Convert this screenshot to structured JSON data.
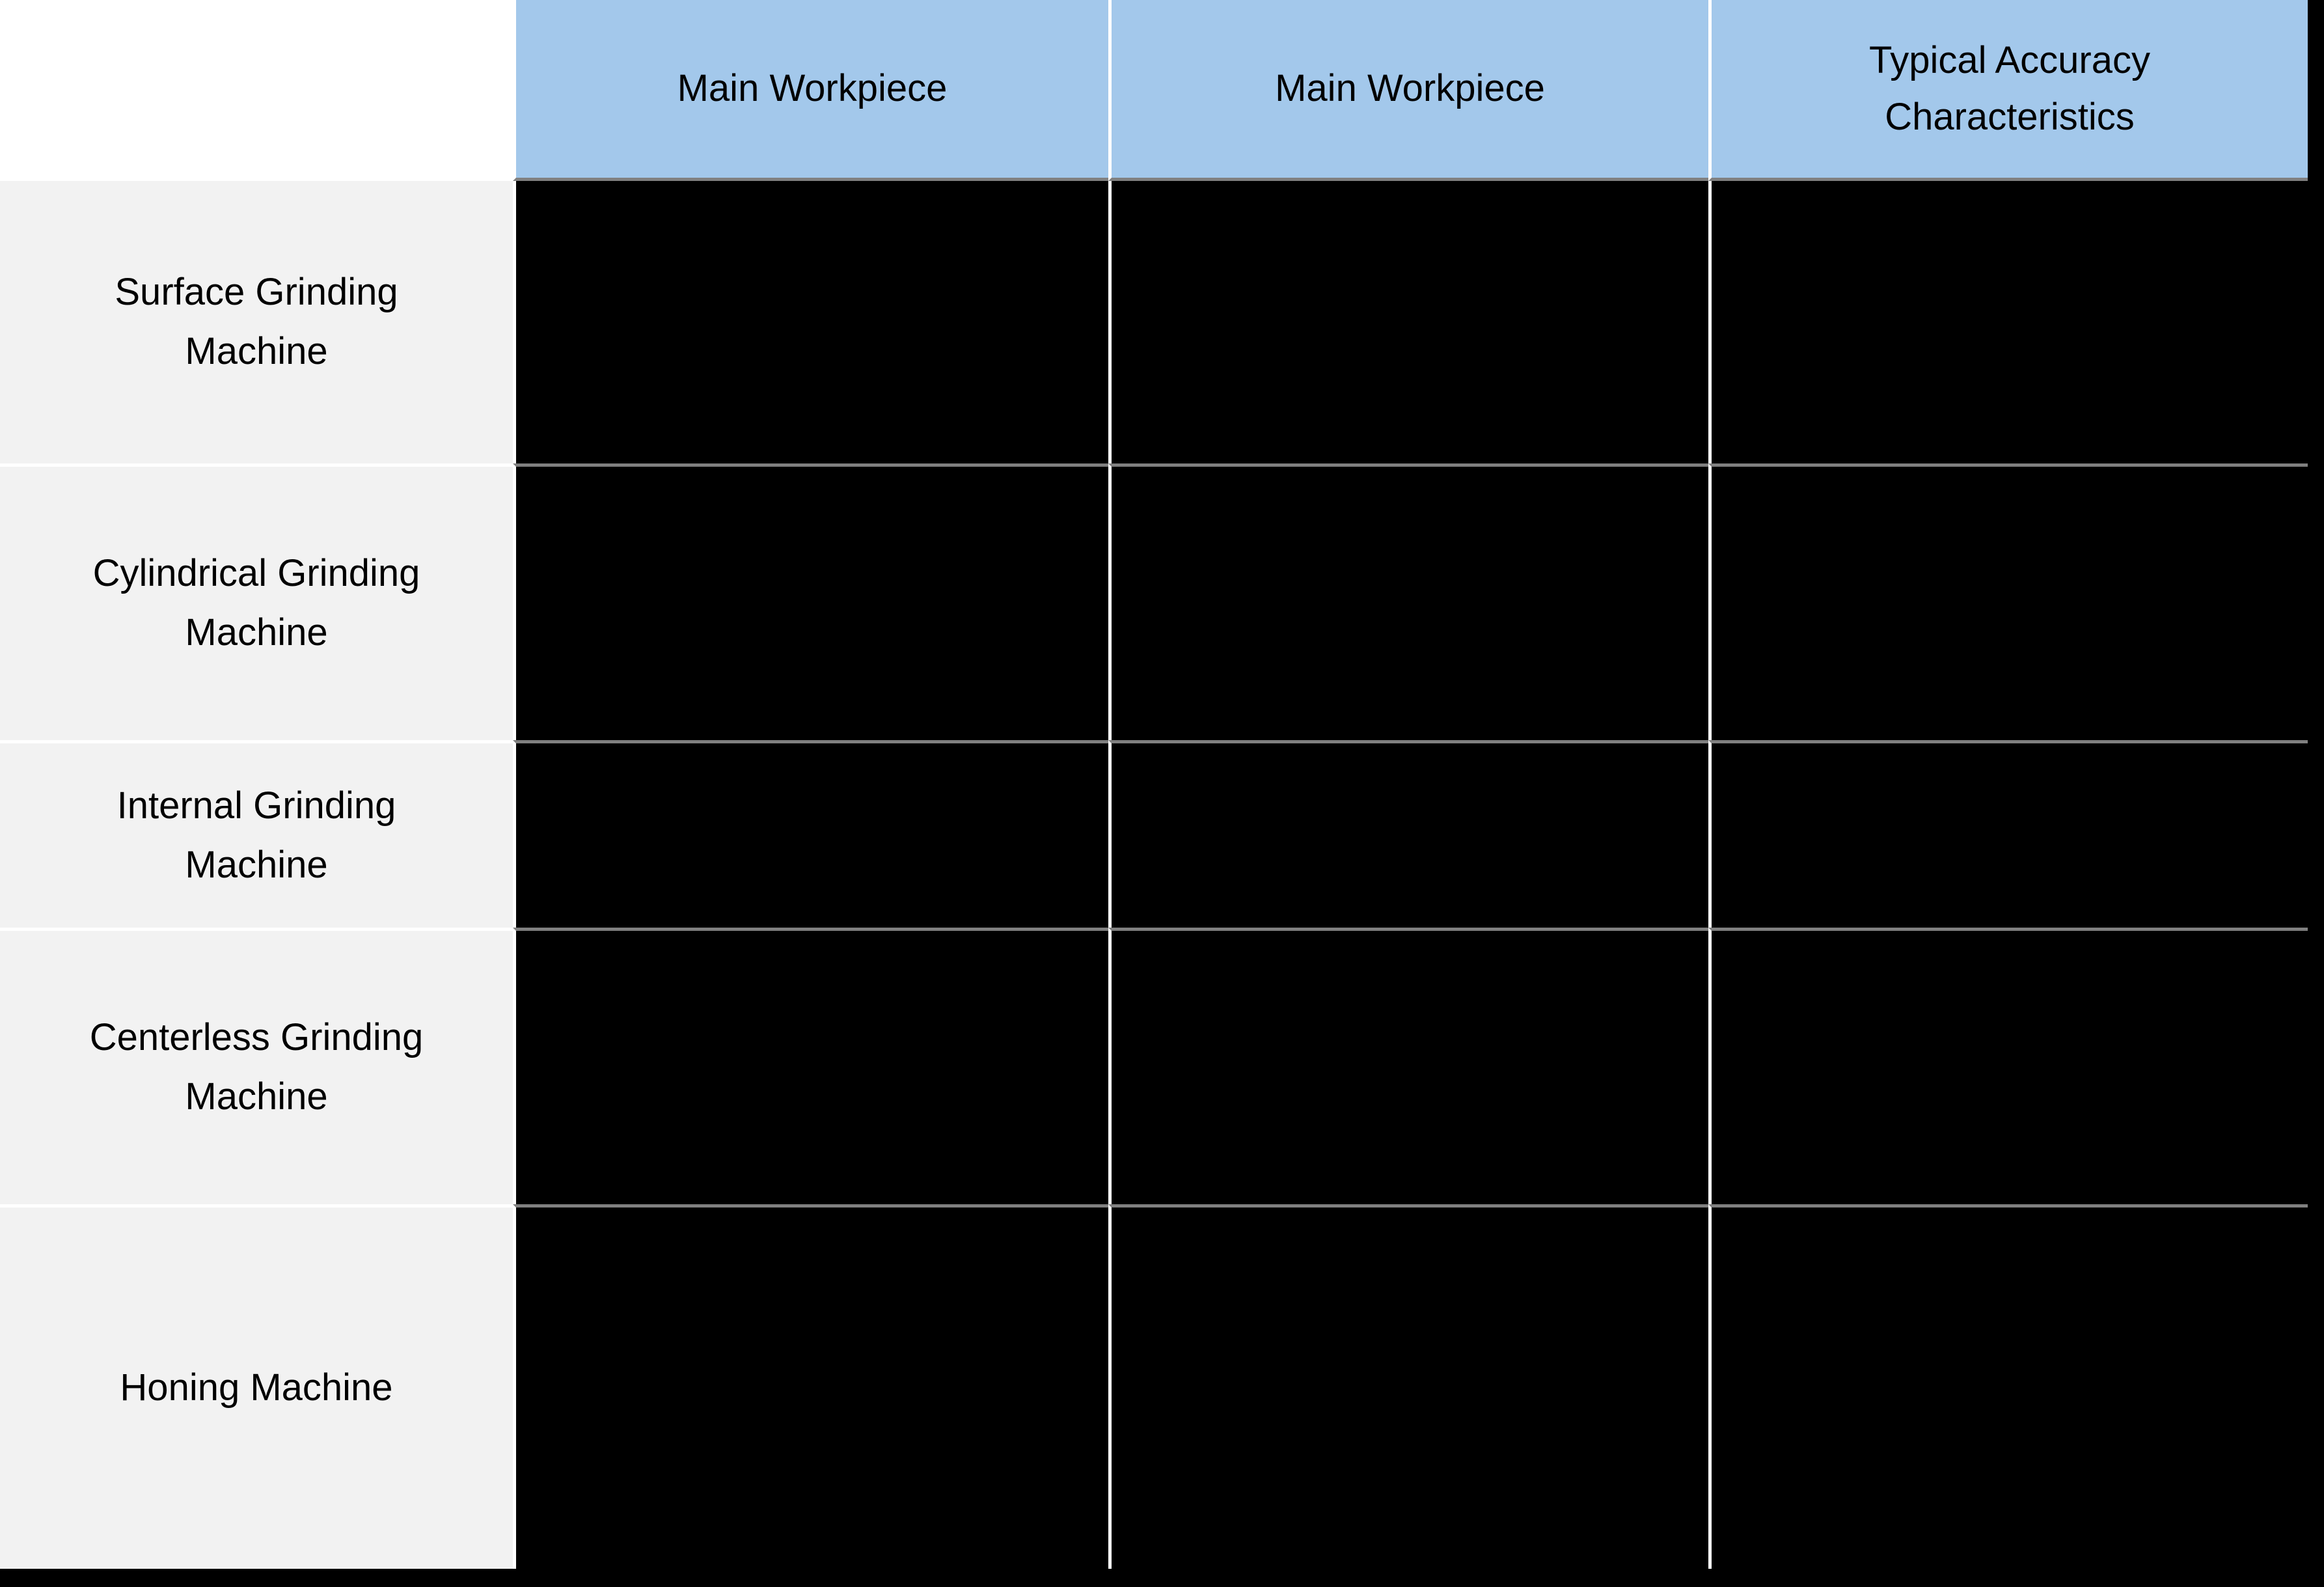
{
  "table": {
    "corner_label": "",
    "headers": [
      {
        "lines": [
          "Main Workpiece"
        ]
      },
      {
        "lines": [
          "Main Workpiece"
        ]
      },
      {
        "lines": [
          "Typical Accuracy",
          "Characteristics"
        ]
      }
    ],
    "rows": [
      {
        "label_lines": [
          "Surface Grinding",
          "Machine"
        ],
        "cells": [
          "",
          "",
          ""
        ]
      },
      {
        "label_lines": [
          "Cylindrical Grinding",
          "Machine"
        ],
        "cells": [
          "",
          "",
          ""
        ]
      },
      {
        "label_lines": [
          "Internal Grinding",
          "Machine"
        ],
        "cells": [
          "",
          "",
          ""
        ]
      },
      {
        "label_lines": [
          "Centerless Grinding",
          "Machine"
        ],
        "cells": [
          "",
          "",
          ""
        ]
      },
      {
        "label_lines": [
          "Honing Machine"
        ],
        "cells": [
          "",
          "",
          ""
        ]
      }
    ]
  },
  "colors": {
    "header_background": "#A3C8EB",
    "row_label_background": "#F2F2F2",
    "data_cell_background": "#000000",
    "gridline_white": "#FFFFFF",
    "gridline_gray": "#808080",
    "text": "#000000",
    "page_background": "#000000"
  }
}
